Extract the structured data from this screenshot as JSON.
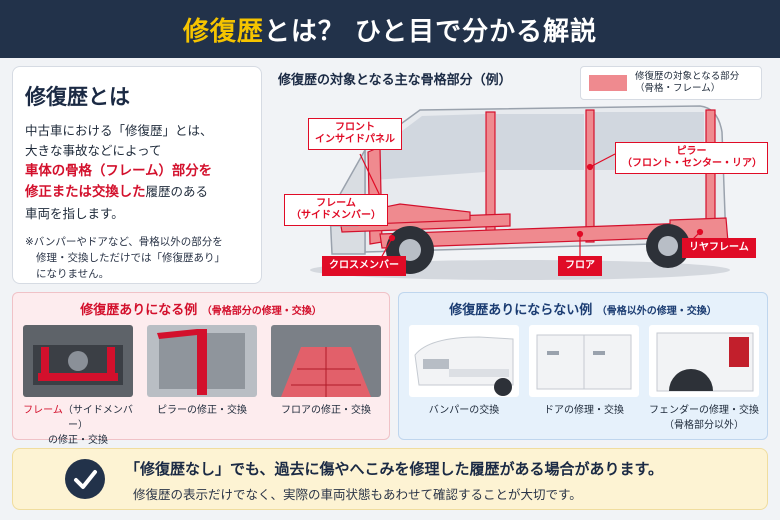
{
  "header": {
    "title_highlight": "修復歴",
    "title_rest": "とは？ ひと目で分かる解説"
  },
  "intro": {
    "heading": "修復歴とは",
    "line1": "中古車における「修復歴」とは、",
    "line2": "大きな事故などによって",
    "red1": "車体の骨格（フレーム）部分を",
    "red2": "修正または交換した",
    "red2_rest": "履歴のある",
    "line3": "車両を指します。",
    "note1": "※バンパーやドアなど、骨格以外の部分を",
    "note2": "修理・交換しただけでは「修復歴あり」",
    "note3": "になりません。"
  },
  "diagram": {
    "title": "修復歴の対象となる主な骨格部分（例）",
    "legend_line1": "修復歴の対象となる部分",
    "legend_line2": "（骨格・フレーム）",
    "legend_color": "#ef8a8f",
    "callouts": {
      "front_panel": [
        "フロント",
        "インサイドパネル"
      ],
      "frame": [
        "フレーム",
        "（サイドメンバー）"
      ],
      "crossmember": "クロスメンバー",
      "pillar": [
        "ピラー",
        "（フロント・センター・リア）"
      ],
      "floor": "フロア",
      "rear_frame": "リヤフレーム"
    }
  },
  "repair": {
    "title": "修復歴ありになる例",
    "subtitle": "（骨格部分の修理・交換）",
    "items": [
      {
        "label_red": "フレーム",
        "label_rest": "（サイドメンバー）",
        "label_line2": "の修正・交換"
      },
      {
        "label": "ピラーの修正・交換"
      },
      {
        "label": "フロアの修正・交換"
      }
    ]
  },
  "nonrepair": {
    "title": "修復歴ありにならない例",
    "subtitle": "（骨格以外の修理・交換）",
    "items": [
      {
        "label": "バンパーの交換"
      },
      {
        "label": "ドアの修理・交換"
      },
      {
        "label": "フェンダーの修理・交換",
        "label_line2": "（骨格部分以外）"
      }
    ]
  },
  "bottom": {
    "line1": "「修復歴なし」でも、過去に傷やへこみを修理した履歴がある場合があります。",
    "line2": "修復歴の表示だけでなく、実際の車両状態もあわせて確認することが大切です。"
  },
  "colors": {
    "navy": "#22324a",
    "yellow": "#f5c400",
    "red": "#e00b26",
    "pink": "#fdecee",
    "blue": "#e6f1fb"
  }
}
